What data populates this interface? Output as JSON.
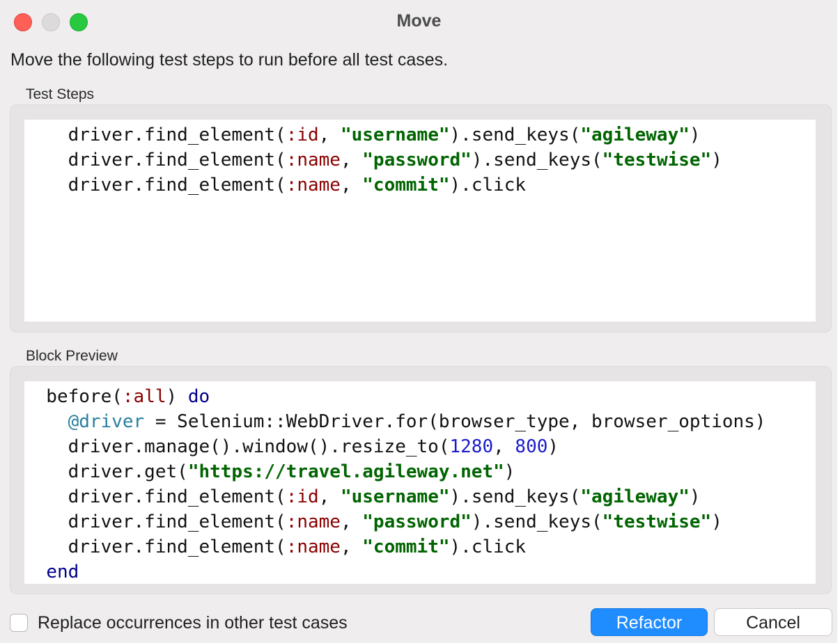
{
  "window": {
    "title": "Move"
  },
  "dialog": {
    "description": "Move the following test steps to run before all test cases.",
    "test_steps_label": "Test Steps",
    "block_preview_label": "Block Preview",
    "replace_checkbox_label": "Replace occurrences in other test cases",
    "replace_checked": false,
    "refactor_label": "Refactor",
    "cancel_label": "Cancel"
  },
  "colors": {
    "accent": "#1f8cff",
    "symbol": "#8b0000",
    "string": "#006400",
    "keyword": "#00008b",
    "instance_var": "#2a7f9f",
    "number": "#1a1acd"
  },
  "test_steps": [
    [
      {
        "t": "    driver.find_element(",
        "c": ""
      },
      {
        "t": ":id",
        "c": "sym"
      },
      {
        "t": ", ",
        "c": ""
      },
      {
        "t": "\"username\"",
        "c": "str"
      },
      {
        "t": ").send_keys(",
        "c": ""
      },
      {
        "t": "\"agileway\"",
        "c": "str"
      },
      {
        "t": ")",
        "c": ""
      }
    ],
    [
      {
        "t": "    driver.find_element(",
        "c": ""
      },
      {
        "t": ":name",
        "c": "sym"
      },
      {
        "t": ", ",
        "c": ""
      },
      {
        "t": "\"password\"",
        "c": "str"
      },
      {
        "t": ").send_keys(",
        "c": ""
      },
      {
        "t": "\"testwise\"",
        "c": "str"
      },
      {
        "t": ")",
        "c": ""
      }
    ],
    [
      {
        "t": "    driver.find_element(",
        "c": ""
      },
      {
        "t": ":name",
        "c": "sym"
      },
      {
        "t": ", ",
        "c": ""
      },
      {
        "t": "\"commit\"",
        "c": "str"
      },
      {
        "t": ").click",
        "c": ""
      }
    ]
  ],
  "block_preview": [
    [
      {
        "t": "  before(",
        "c": ""
      },
      {
        "t": ":all",
        "c": "sym"
      },
      {
        "t": ") ",
        "c": ""
      },
      {
        "t": "do",
        "c": "kw"
      }
    ],
    [
      {
        "t": "    ",
        "c": ""
      },
      {
        "t": "@driver",
        "c": "ivar"
      },
      {
        "t": " = Selenium::WebDriver.for(browser_type, browser_options)",
        "c": ""
      }
    ],
    [
      {
        "t": "    driver.manage().window().resize_to(",
        "c": ""
      },
      {
        "t": "1280",
        "c": "num"
      },
      {
        "t": ", ",
        "c": ""
      },
      {
        "t": "800",
        "c": "num"
      },
      {
        "t": ")",
        "c": ""
      }
    ],
    [
      {
        "t": "    driver.get(",
        "c": ""
      },
      {
        "t": "\"https://travel.agileway.net\"",
        "c": "str"
      },
      {
        "t": ")",
        "c": ""
      }
    ],
    [
      {
        "t": "    driver.find_element(",
        "c": ""
      },
      {
        "t": ":id",
        "c": "sym"
      },
      {
        "t": ", ",
        "c": ""
      },
      {
        "t": "\"username\"",
        "c": "str"
      },
      {
        "t": ").send_keys(",
        "c": ""
      },
      {
        "t": "\"agileway\"",
        "c": "str"
      },
      {
        "t": ")",
        "c": ""
      }
    ],
    [
      {
        "t": "    driver.find_element(",
        "c": ""
      },
      {
        "t": ":name",
        "c": "sym"
      },
      {
        "t": ", ",
        "c": ""
      },
      {
        "t": "\"password\"",
        "c": "str"
      },
      {
        "t": ").send_keys(",
        "c": ""
      },
      {
        "t": "\"testwise\"",
        "c": "str"
      },
      {
        "t": ")",
        "c": ""
      }
    ],
    [
      {
        "t": "    driver.find_element(",
        "c": ""
      },
      {
        "t": ":name",
        "c": "sym"
      },
      {
        "t": ", ",
        "c": ""
      },
      {
        "t": "\"commit\"",
        "c": "str"
      },
      {
        "t": ").click",
        "c": ""
      }
    ],
    [
      {
        "t": "  ",
        "c": ""
      },
      {
        "t": "end",
        "c": "kw"
      }
    ]
  ]
}
